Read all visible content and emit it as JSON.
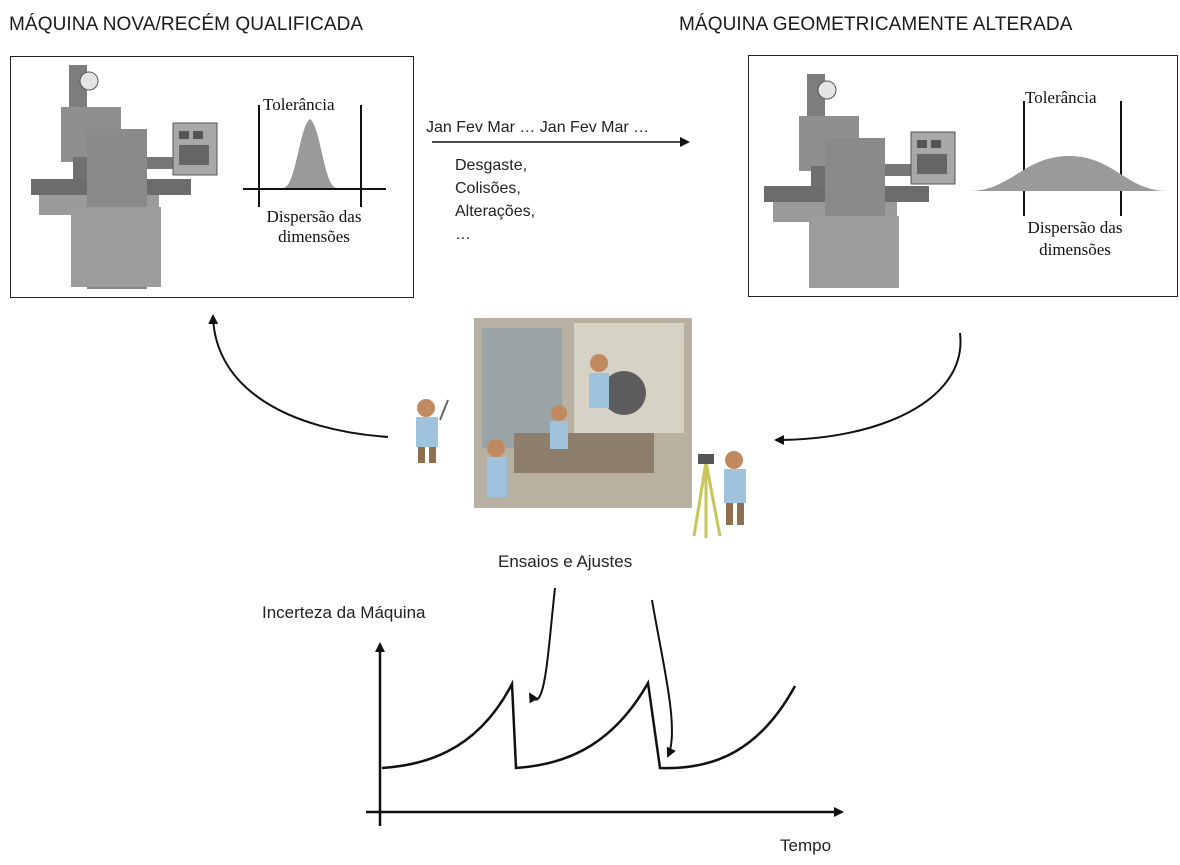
{
  "left_panel": {
    "title": "MÁQUINA NOVA/RECÉM QUALIFICADA",
    "tolerance_label": "Tolerância",
    "dispersion_line1": "Dispersão das",
    "dispersion_line2": "dimensões"
  },
  "right_panel": {
    "title": "MÁQUINA GEOMETRICAMENTE ALTERADA",
    "tolerance_label": "Tolerância",
    "dispersion_line1": "Dispersão das",
    "dispersion_line2": "dimensões"
  },
  "timeline_label": "Jan Fev Mar … Jan Fev Mar …",
  "causes": [
    "Desgaste,",
    "Colisões,",
    "Alterações,",
    "…"
  ],
  "center_caption": "Ensaios e Ajustes",
  "graph": {
    "y_axis_label": "Incerteza da Máquina",
    "x_axis_label": "Tempo"
  },
  "colors": {
    "line": "#111111",
    "distribution_fill": "#9a9a9a",
    "machine_body": "#8c8c8c",
    "photo_bg": "#c9c2b0"
  }
}
